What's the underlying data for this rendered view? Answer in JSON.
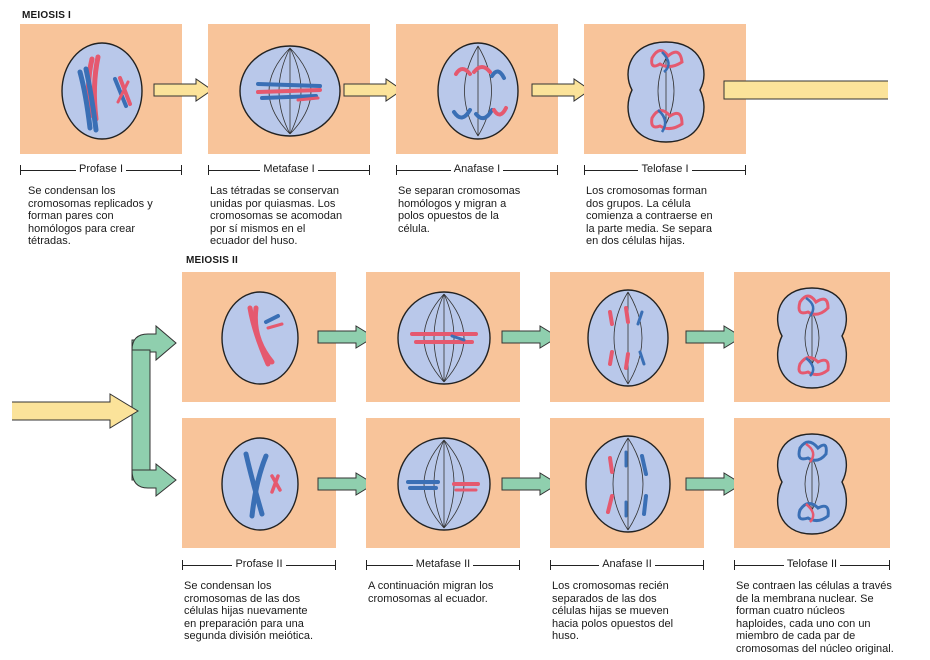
{
  "meiosis1": {
    "title": "MEIOSIS I",
    "stages": [
      {
        "label": "Profase I",
        "text": "Se condensan los\ncromosomas replicados y\nforman pares con\nhomólogos para crear\ntétradas."
      },
      {
        "label": "Metafase I",
        "text": "Las tétradas se conservan\nunidas por quiasmas. Los\ncromosomas se acomodan\npor sí mismos en el\necuador del huso."
      },
      {
        "label": "Anafase I",
        "text": "Se separan cromosomas\nhomólogos y migran a\npolos opuestos de la\ncélula."
      },
      {
        "label": "Telofase I",
        "text": "Los cromosomas forman\ndos grupos. La célula\ncomienza a contraerse en\nla parte media. Se separa\nen dos células hijas."
      }
    ]
  },
  "meiosis2": {
    "title": "MEIOSIS II",
    "stages": [
      {
        "label": "Profase II",
        "text": "Se condensan los\ncromosomas de las dos\ncélulas hijas nuevamente\nen preparación para una\nsegunda división meiótica."
      },
      {
        "label": "Metafase II",
        "text": "A continuación migran los\ncromosomas al ecuador."
      },
      {
        "label": "Anafase II",
        "text": "Los cromosomas recién\nseparados de las dos\ncélulas hijas se mueven\nhacia polos opuestos del\nhuso."
      },
      {
        "label": "Telofase II",
        "text": "Se contraen las células a través\nde la membrana nuclear. Se\nforman cuatro núcleos\nhaploides, cada uno con un\nmiembro de cada par de\ncromosomas del núcleo original."
      }
    ]
  },
  "colors": {
    "panel": "#f8c49a",
    "cell": "#b9c8ea",
    "chromosome_red": "#e5596f",
    "chromosome_blue": "#3a6fb5",
    "arrow_yellow": "#fbe39a",
    "arrow_green": "#8fcfae"
  }
}
